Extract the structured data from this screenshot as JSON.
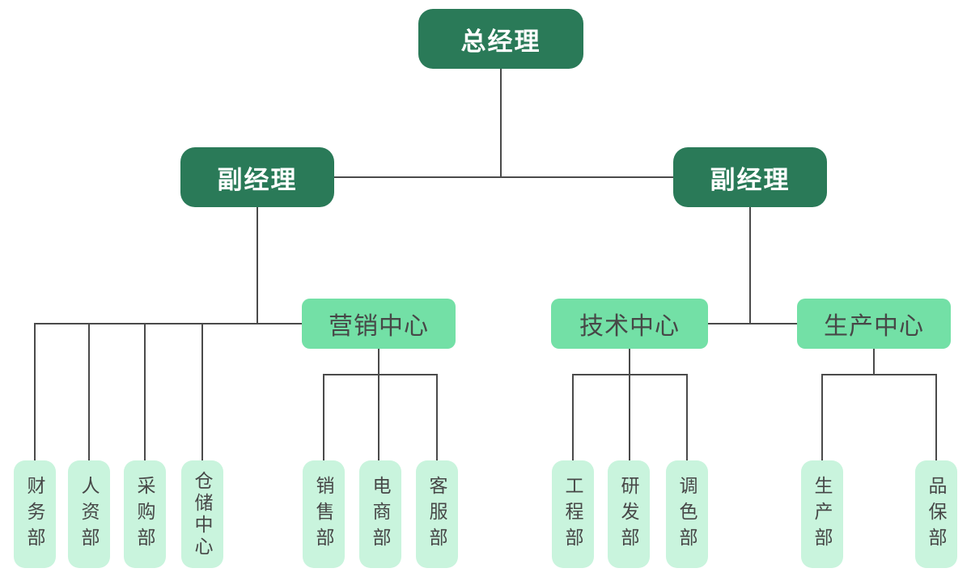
{
  "diagram": {
    "type": "org-chart",
    "nodes": {
      "root": {
        "label": "总经理",
        "level": 1
      },
      "deputy_left": {
        "label": "副经理",
        "level": 2
      },
      "deputy_right": {
        "label": "副经理",
        "level": 2
      },
      "marketing_center": {
        "label": "营销中心",
        "level": 3
      },
      "technology_center": {
        "label": "技术中心",
        "level": 3
      },
      "production_center": {
        "label": "生产中心",
        "level": 3
      },
      "finance": {
        "label": "财务部",
        "level": 4
      },
      "hr": {
        "label": "人资部",
        "level": 4
      },
      "purchasing": {
        "label": "采购部",
        "level": 4
      },
      "warehouse": {
        "label": "仓储中心",
        "level": 4
      },
      "sales": {
        "label": "销售部",
        "level": 4
      },
      "ecommerce": {
        "label": "电商部",
        "level": 4
      },
      "customer_service": {
        "label": "客服部",
        "level": 4
      },
      "engineering": {
        "label": "工程部",
        "level": 4
      },
      "rnd": {
        "label": "研发部",
        "level": 4
      },
      "color_lab": {
        "label": "调色部",
        "level": 4
      },
      "production": {
        "label": "生产部",
        "level": 4
      },
      "quality": {
        "label": "品保部",
        "level": 4
      }
    },
    "hierarchy": [
      {
        "node": "总经理",
        "children": [
          "副经理",
          "副经理"
        ]
      },
      {
        "node": "副经理(左)",
        "children": [
          "财务部",
          "人资部",
          "采购部",
          "仓储中心",
          "营销中心"
        ]
      },
      {
        "node": "营销中心",
        "children": [
          "销售部",
          "电商部",
          "客服部"
        ]
      },
      {
        "node": "副经理(右)",
        "children": [
          "技术中心",
          "生产中心"
        ]
      },
      {
        "node": "技术中心",
        "children": [
          "工程部",
          "研发部",
          "调色部"
        ]
      },
      {
        "node": "生产中心",
        "children": [
          "生产部",
          "品保部"
        ]
      }
    ],
    "colors": {
      "executive_fill": "#2a7a58",
      "executive_text": "#ffffff",
      "center_fill": "#73e0a6",
      "center_text": "#474747",
      "department_fill": "#c9f4dd",
      "department_text": "#474747",
      "connector": "#4a4a4a",
      "background": "#ffffff"
    }
  }
}
